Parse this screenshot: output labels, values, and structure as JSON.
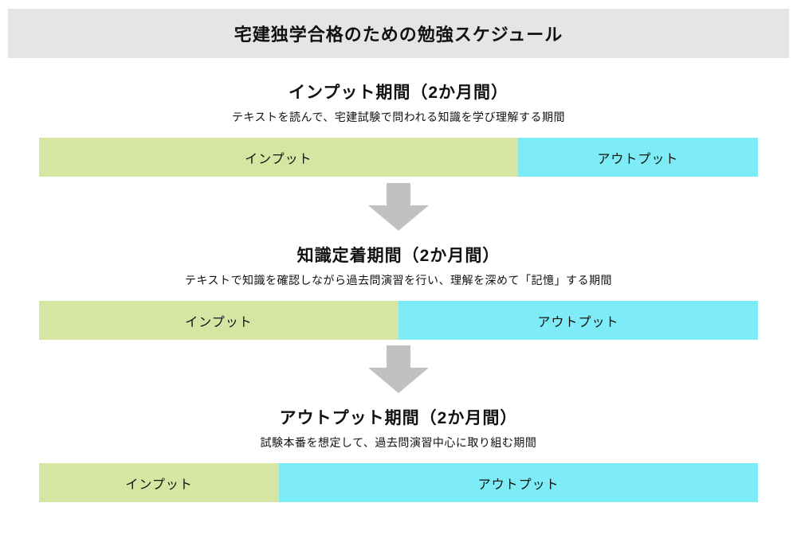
{
  "header": {
    "title": "宅建独学合格のための勉強スケジュール"
  },
  "colors": {
    "header_bg": "#e5e5e5",
    "input_green": "#d7e5a2",
    "output_cyan": "#7decf6",
    "arrow_gray": "#c1c1c1"
  },
  "icons": {
    "down_arrow": "down-arrow"
  },
  "sections": [
    {
      "title": "インプット期間（2か月間）",
      "subtitle": "テキストを読んで、宅建試験で問われる知識を学び理解する期間",
      "input_label": "インプット",
      "output_label": "アウトプット",
      "input_percent": 66.6,
      "output_percent": 33.4
    },
    {
      "title": "知識定着期間（2か月間）",
      "subtitle": "テキストで知識を確認しながら過去問演習を行い、理解を深めて「記憶」する期間",
      "input_label": "インプット",
      "output_label": "アウトプット",
      "input_percent": 50,
      "output_percent": 50
    },
    {
      "title": "アウトプット期間（2か月間）",
      "subtitle": "試験本番を想定して、過去問演習中心に取り組む期間",
      "input_label": "インプット",
      "output_label": "アウトプット",
      "input_percent": 33.4,
      "output_percent": 66.6
    }
  ]
}
